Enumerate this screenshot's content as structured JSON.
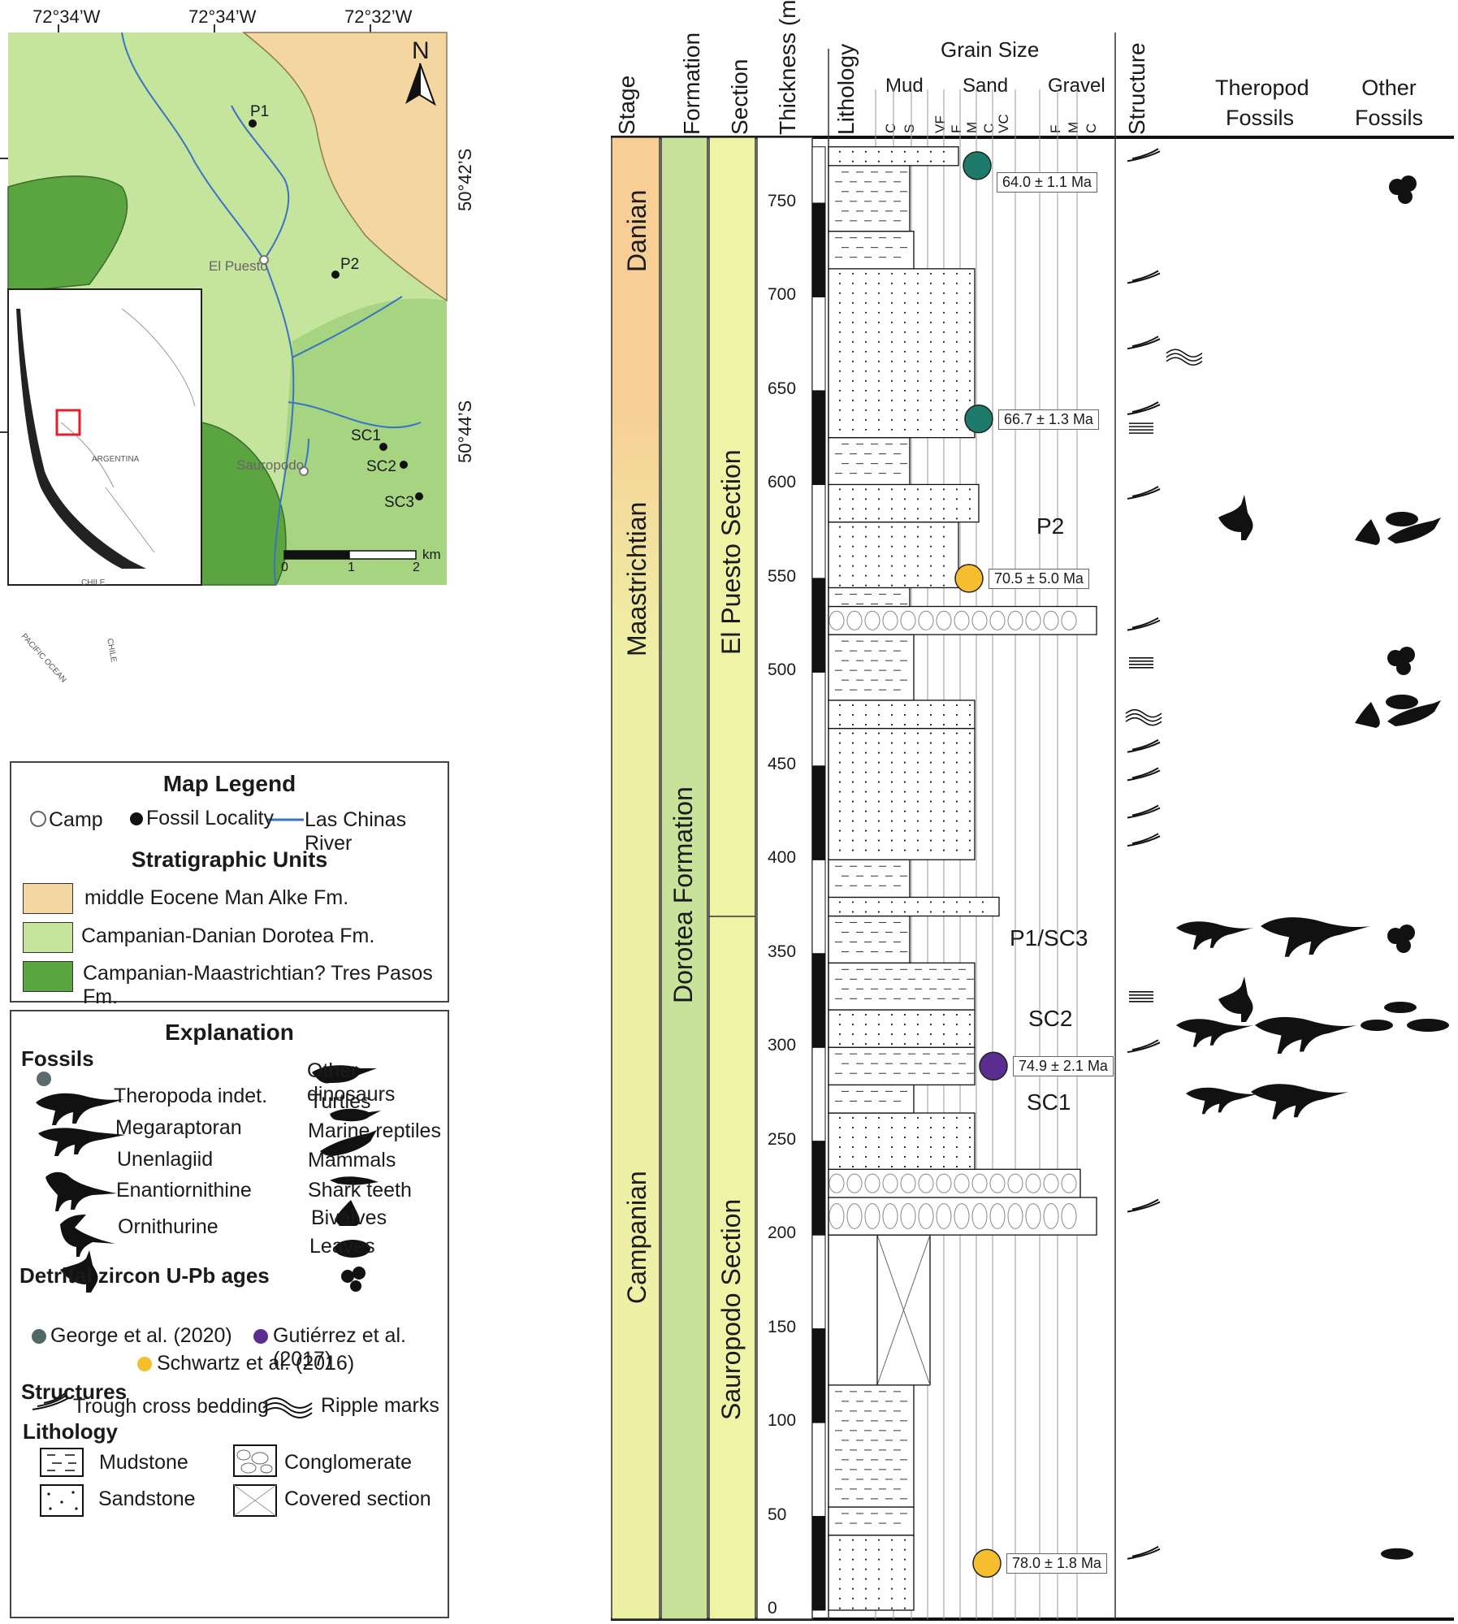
{
  "map": {
    "top_coords": [
      "72°34’W",
      "72°34’W",
      "72°32’W"
    ],
    "right_coords": [
      "50°42’S",
      "50°44’S"
    ],
    "north": "N",
    "localities": [
      "P1",
      "P2",
      "SC1",
      "SC2",
      "SC3"
    ],
    "camps": [
      "El Puesto",
      "Sauropodo"
    ],
    "scale": {
      "ticks": [
        "0",
        "1",
        "2"
      ],
      "unit": "km"
    },
    "inset_labels": [
      "ARGENTINA",
      "CHILE",
      "CHILE",
      "PACIFIC OCEAN"
    ],
    "colors": {
      "eocene": "#f4d7a0",
      "dorotea": "#c5e49c",
      "tres_pasos": "#6ab34f",
      "river": "#3a72c4",
      "locator": "#e0202a"
    }
  },
  "map_legend": {
    "title": "Map Legend",
    "camp": "Camp",
    "fossil_locality": "Fossil Locality",
    "river": "Las Chinas River",
    "strat_title": "Stratigraphic Units",
    "units": [
      {
        "label": "middle Eocene Man Alke Fm.",
        "color": "#f4d7a0"
      },
      {
        "label": "Campanian-Danian Dorotea Fm.",
        "color": "#c5e49c"
      },
      {
        "label": "Campanian-Maastrichtian? Tres Pasos Fm.",
        "color": "#5aa540"
      }
    ]
  },
  "explanation": {
    "title": "Explanation",
    "fossils_title": "Fossils",
    "fossils_left": [
      "Theropoda indet.",
      "Megaraptoran",
      "Unenlagiid",
      "Enantiornithine",
      "Ornithurine"
    ],
    "fossils_right": [
      "Other dinosaurs",
      "Turtles",
      "Marine reptiles",
      "Mammals",
      "Shark teeth",
      "Bivalves",
      "Leaves"
    ],
    "zircon_title": "Detrital zircon U-Pb ages",
    "zircon": [
      {
        "label": "George et al. (2020)",
        "color": "#1e7a6a"
      },
      {
        "label": "Gutiérrez et al. (2017)",
        "color": "#5b2d91"
      },
      {
        "label": "Schwartz et al. (2016)",
        "color": "#f6be2e"
      }
    ],
    "structures_title": "Structures",
    "structures": [
      "Trough cross bedding",
      "Ripple marks"
    ],
    "lithology_title": "Lithology",
    "lithology": [
      "Mudstone",
      "Conglomerate",
      "Sandstone",
      "Covered section"
    ]
  },
  "column": {
    "headers": {
      "stage": "Stage",
      "formation": "Formation",
      "section": "Section",
      "thickness": "Thickness (m)",
      "lithology": "Lithology",
      "grain_size": "Grain Size",
      "mud": "Mud",
      "sand": "Sand",
      "gravel": "Gravel",
      "mud_sub": [
        "C",
        "S"
      ],
      "sand_sub": [
        "VF",
        "F",
        "M",
        "C",
        "VC"
      ],
      "gravel_sub": [
        "F",
        "M",
        "C"
      ],
      "structure": "Structure",
      "theropod": "Theropod Fossils",
      "other": "Other Fossils"
    },
    "stages": [
      "Danian",
      "Maastrichtian",
      "Campanian"
    ],
    "formation": "Dorotea Formation",
    "sections": [
      "El Puesto Section",
      "Sauropodo Section"
    ],
    "thickness_ticks": [
      "0",
      "50",
      "100",
      "150",
      "200",
      "250",
      "300",
      "350",
      "400",
      "450",
      "500",
      "550",
      "600",
      "650",
      "700",
      "750"
    ],
    "ages": [
      {
        "label": "64.0 ± 1.1 Ma",
        "color": "#1e7a6a",
        "m": 770
      },
      {
        "label": "66.7 ± 1.3 Ma",
        "color": "#1e7a6a",
        "m": 635
      },
      {
        "label": "70.5 ± 5.0 Ma",
        "color": "#f6be2e",
        "m": 550
      },
      {
        "label": "74.9 ± 2.1 Ma",
        "color": "#5b2d91",
        "m": 290
      },
      {
        "label": "78.0 ± 1.8 Ma",
        "color": "#f6be2e",
        "m": 25
      }
    ],
    "levels": [
      "P2",
      "P1/SC3",
      "SC2",
      "SC1"
    ]
  }
}
